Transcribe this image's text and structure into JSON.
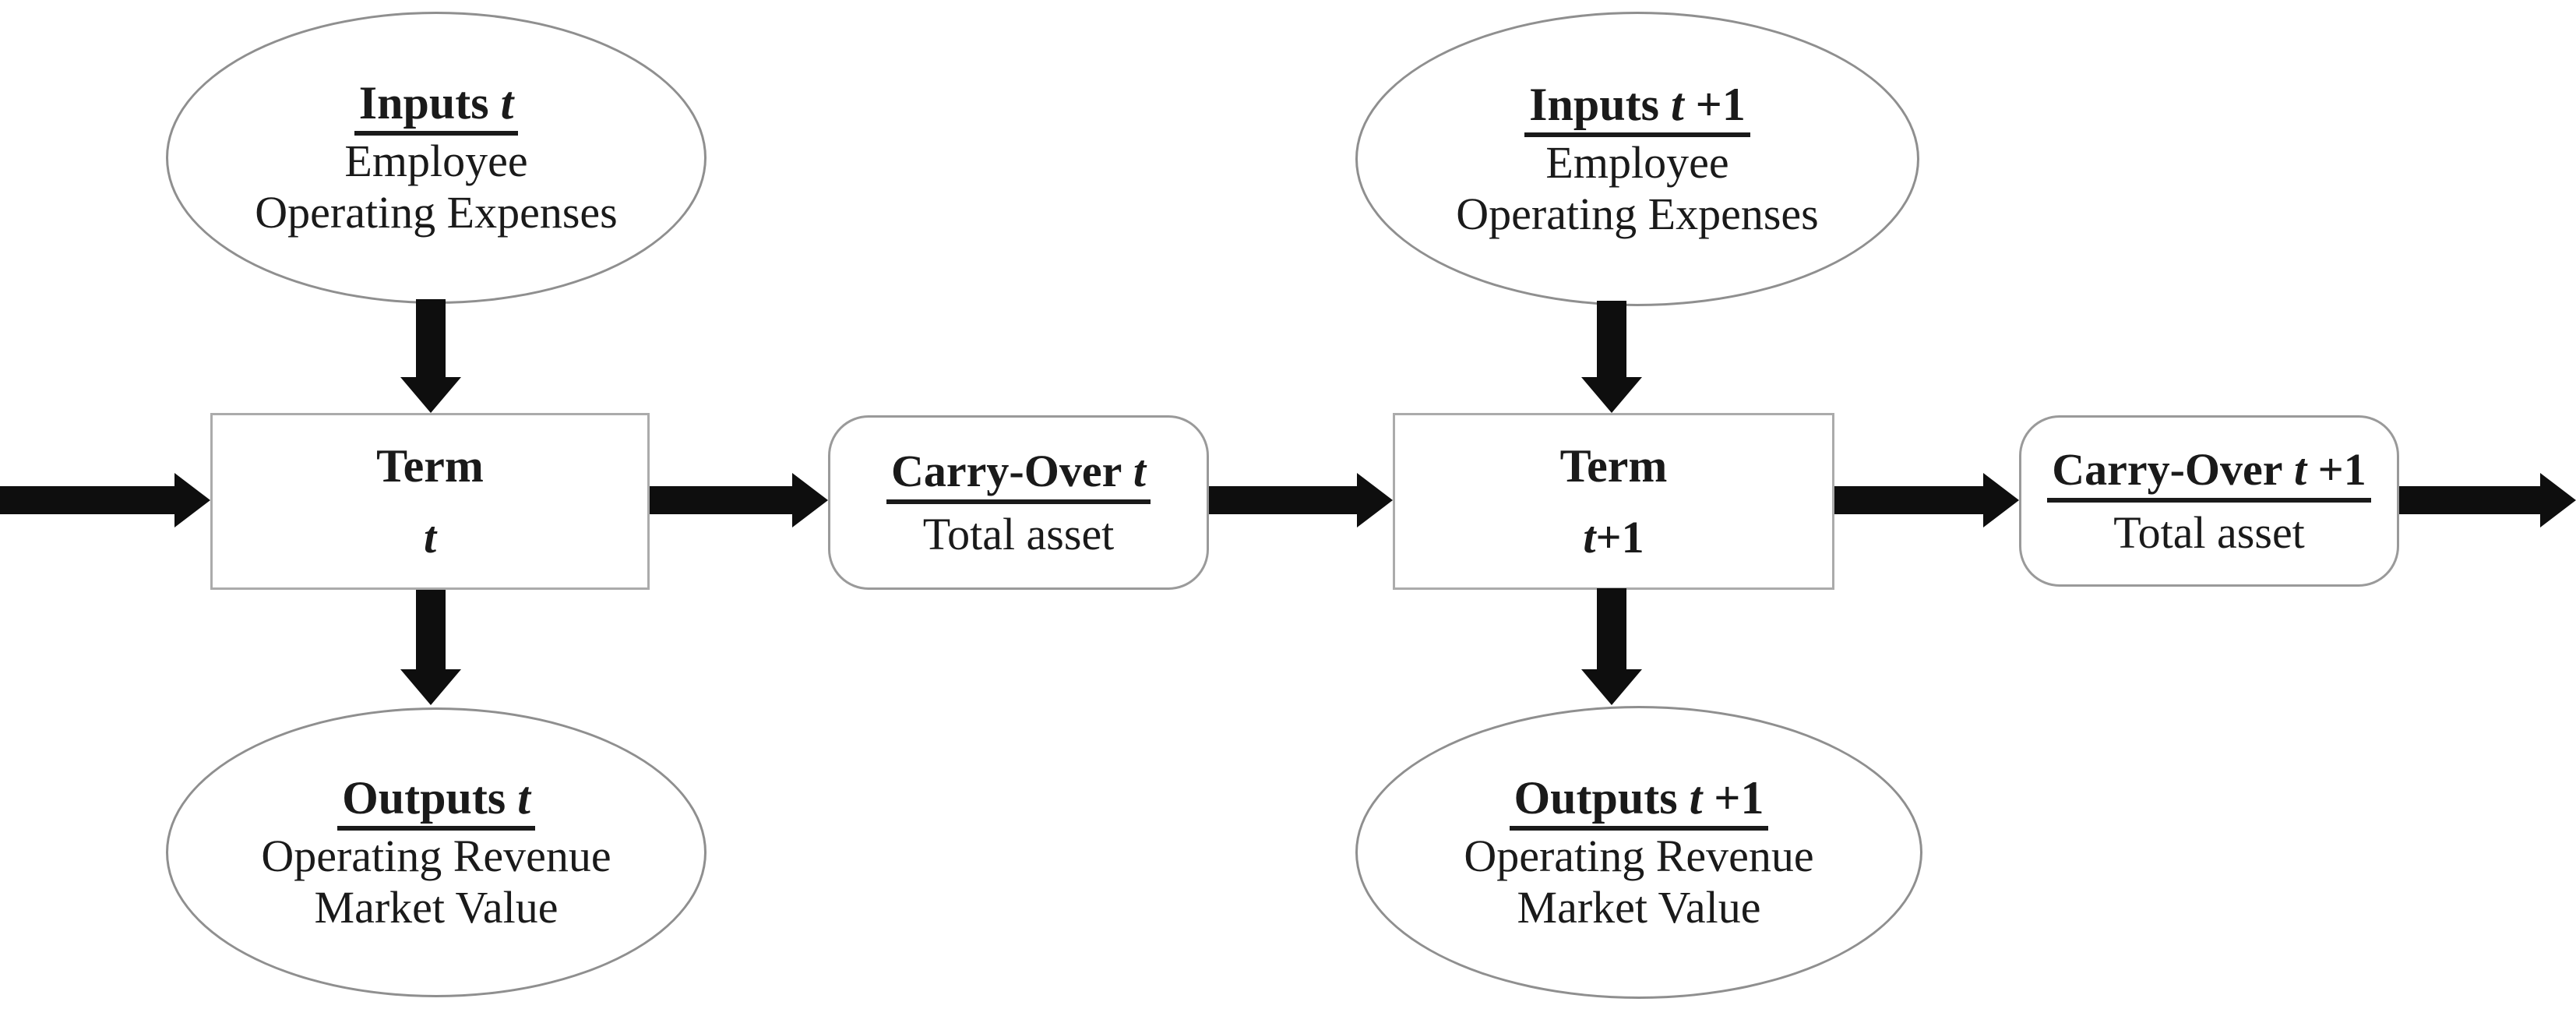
{
  "colors": {
    "background": "#ffffff",
    "ink": "#1a1a1a",
    "arrow": "#0e0e0e",
    "ellipse_border": "#8f8f8f",
    "rect_border": "#ababab",
    "rounded_border": "#9a9a9a"
  },
  "nodes": [
    {
      "id": "inputs-t",
      "shape": "ellipse",
      "title": "Inputs",
      "t_italic": " t",
      "t_rest": "",
      "lines": [
        "Employee",
        "Operating Expenses"
      ]
    },
    {
      "id": "term-t",
      "shape": "rect",
      "title": "Term",
      "t_italic": "t",
      "t_rest": ""
    },
    {
      "id": "carryover-t",
      "shape": "rounded",
      "title": "Carry-Over",
      "t_italic": " t",
      "t_rest": "",
      "lines": [
        "Total asset"
      ]
    },
    {
      "id": "outputs-t",
      "shape": "ellipse",
      "title": "Outputs",
      "t_italic": " t",
      "t_rest": "",
      "lines": [
        "Operating Revenue",
        "Market Value"
      ]
    },
    {
      "id": "inputs-t1",
      "shape": "ellipse",
      "title": "Inputs",
      "t_italic": " t",
      "t_rest": " +1",
      "lines": [
        "Employee",
        "Operating Expenses"
      ]
    },
    {
      "id": "term-t1",
      "shape": "rect",
      "title": "Term",
      "t_italic": "t",
      "t_rest": "+1"
    },
    {
      "id": "carryover-t1",
      "shape": "rounded",
      "title": "Carry-Over",
      "t_italic": " t",
      "t_rest": " +1",
      "lines": [
        "Total asset"
      ]
    },
    {
      "id": "outputs-t1",
      "shape": "ellipse",
      "title": "Outputs",
      "t_italic": " t",
      "t_rest": " +1",
      "lines": [
        "Operating Revenue",
        "Market Value"
      ]
    }
  ]
}
